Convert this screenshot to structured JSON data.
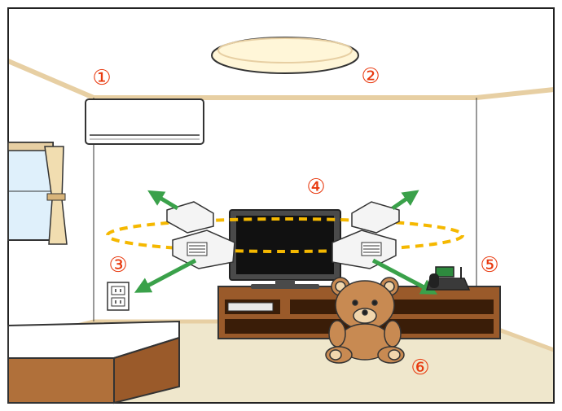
{
  "markers": [
    "①",
    "②",
    "③",
    "④",
    "⑤",
    "⑥"
  ],
  "colors": {
    "marker": "#e8380d",
    "wall": "#ffffff",
    "floor": "#efe7cc",
    "trim": "#e7cfa3",
    "wood": "#9a5a2a",
    "wood_dark": "#6e3b14",
    "arrow": "#3aa14a",
    "dashed_ring": "#f5b800",
    "ceiling_light": "#fff6d8",
    "window_glass": "#dff0fb",
    "curtain": "#f1ddb0",
    "bear": "#c88a52",
    "bear_light": "#f1d6ad",
    "tv_frame": "#4a4a4a",
    "tv_screen": "#111111",
    "camera_body": "#f4f4f4"
  },
  "icons": [
    "air-conditioner-icon",
    "ceiling-light-icon",
    "wall-outlet-icon",
    "television-icon",
    "telephone-icon",
    "teddy-bear-icon",
    "camera-icon",
    "arrow-icon"
  ]
}
